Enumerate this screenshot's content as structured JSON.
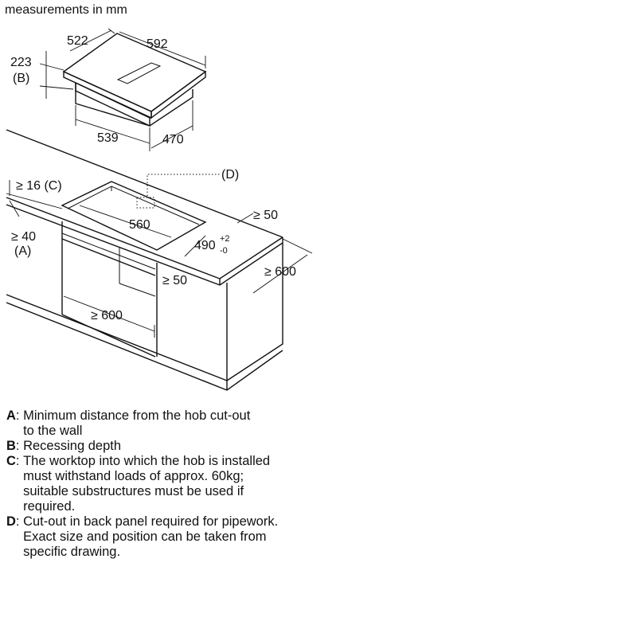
{
  "header": {
    "units": "measurements in mm"
  },
  "hob": {
    "depth": "522",
    "width": "592",
    "height": "223",
    "height_key": "(B)",
    "body_width": "539",
    "body_depth": "470"
  },
  "cutout": {
    "edge_margin": "≥ 16 (C)",
    "wall_distance": "≥ 40",
    "wall_distance_key": "(A)",
    "width": "560",
    "depth": "490",
    "depth_tol_plus": "+2",
    "depth_tol_minus": "-0",
    "back_panel_key": "(D)",
    "side_clearance": "≥ 50",
    "worktop_depth": "≥ 600",
    "front_clearance": "≥ 50",
    "cabinet_width": "≥ 600"
  },
  "notes": [
    {
      "key": "A",
      "text": "Minimum distance from the hob cut-out\nto the wall"
    },
    {
      "key": "B",
      "text": "Recessing depth"
    },
    {
      "key": "C",
      "text": "The worktop into which the hob is installed\nmust withstand loads of approx. 60kg;\nsuitable substructures must be used if\nrequired."
    },
    {
      "key": "D",
      "text": "Cut-out in back panel required for pipework.\nExact size and position can be taken from\nspecific drawing."
    }
  ]
}
